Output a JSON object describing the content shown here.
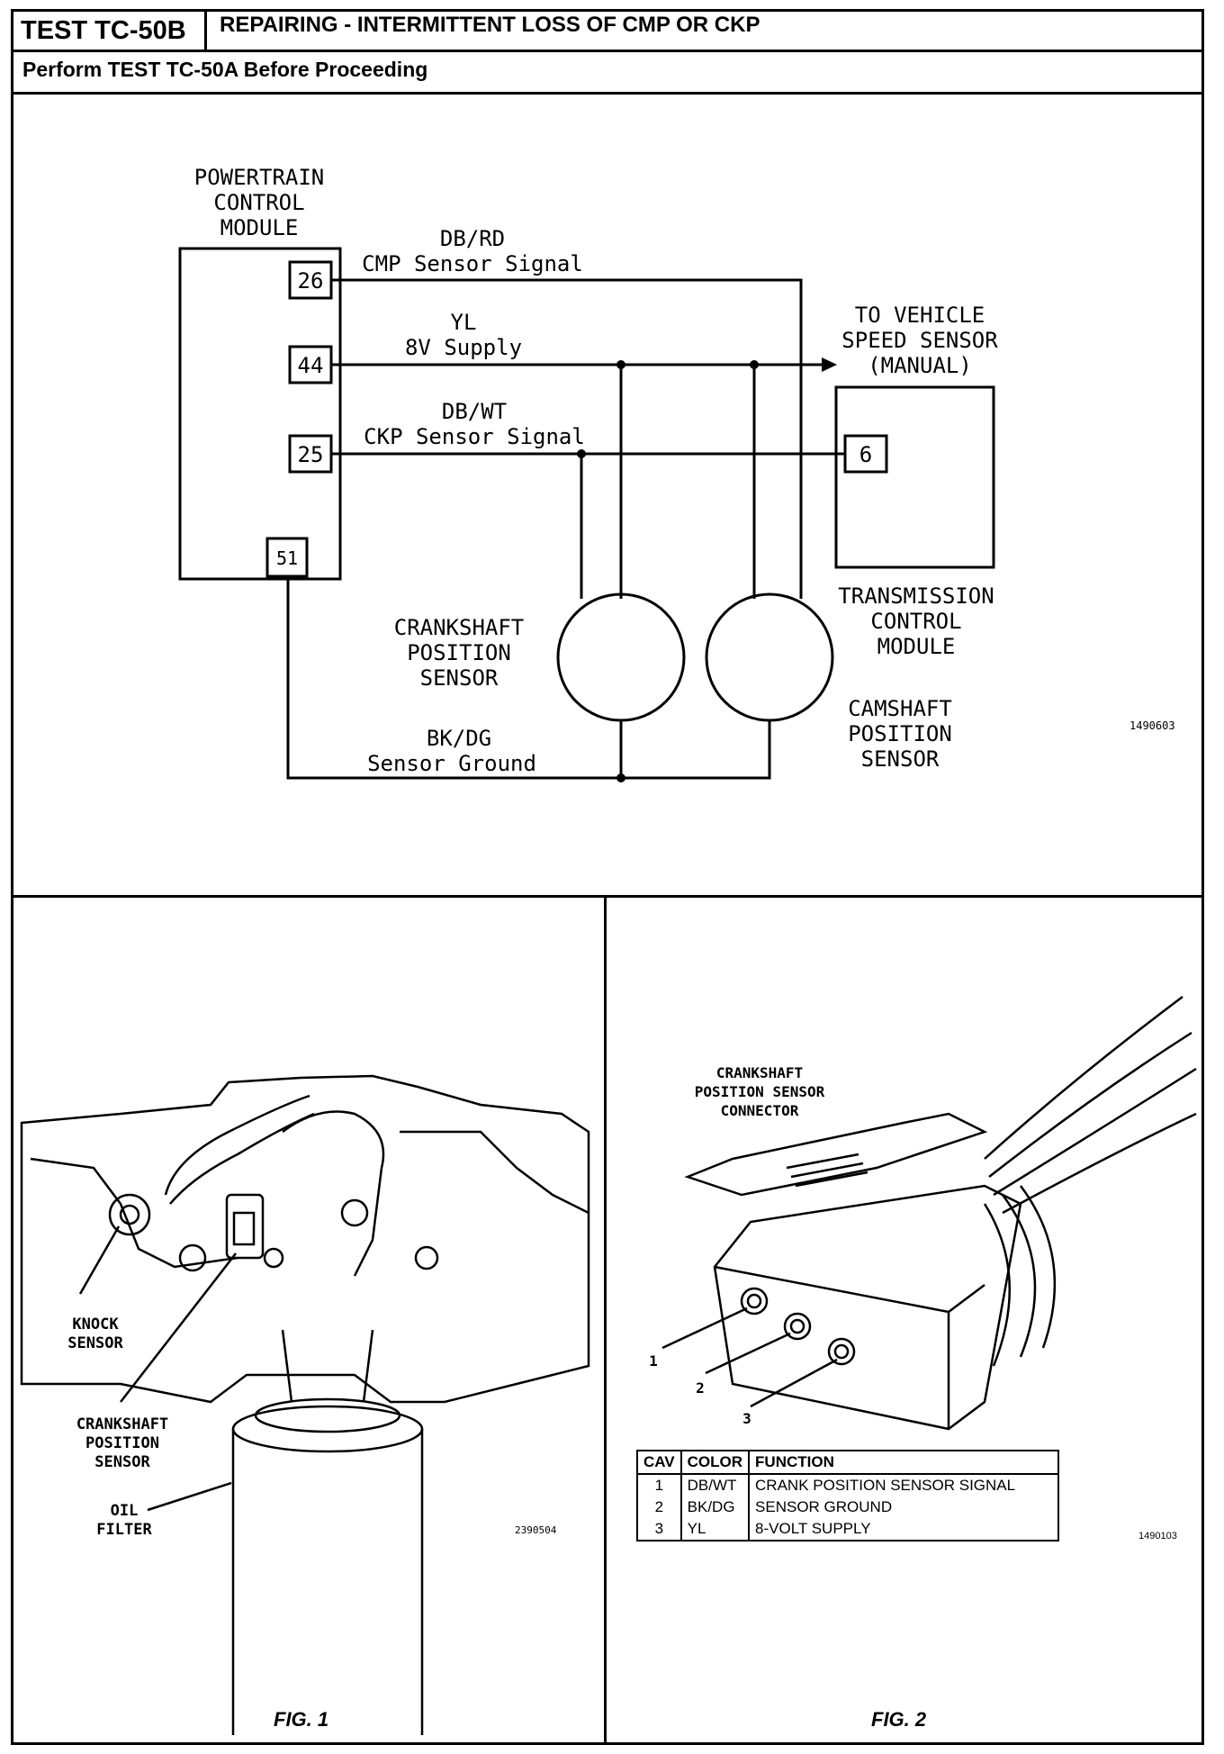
{
  "header": {
    "test_id": "TEST TC-50B",
    "title": "REPAIRING - INTERMITTENT LOSS OF CMP OR CKP",
    "subtitle": "Perform TEST TC-50A Before Proceeding"
  },
  "schematic": {
    "pcm_label": [
      "POWERTRAIN",
      "CONTROL",
      "MODULE"
    ],
    "pins": {
      "p26": "26",
      "p44": "44",
      "p25": "25",
      "p51": "51",
      "p6": "6"
    },
    "wires": {
      "cmp_color": "DB/RD",
      "cmp_name": "CMP Sensor Signal",
      "supply_color": "YL",
      "supply_name": "8V Supply",
      "ckp_color": "DB/WT",
      "ckp_name": "CKP Sensor Signal",
      "gnd_color": "BK/DG",
      "gnd_name": "Sensor Ground"
    },
    "vss_label": [
      "TO VEHICLE",
      "SPEED SENSOR",
      "(MANUAL)"
    ],
    "tcm_label": [
      "TRANSMISSION",
      "CONTROL",
      "MODULE"
    ],
    "crank_label": [
      "CRANKSHAFT",
      "POSITION",
      "SENSOR"
    ],
    "cam_label": [
      "CAMSHAFT",
      "POSITION",
      "SENSOR"
    ],
    "figure_number": "1490603"
  },
  "fig1": {
    "caption": "FIG. 1",
    "knock": [
      "KNOCK",
      "SENSOR"
    ],
    "crank": [
      "CRANKSHAFT",
      "POSITION",
      "SENSOR"
    ],
    "oil": [
      "OIL",
      "FILTER"
    ],
    "number": "2390504"
  },
  "fig2": {
    "caption": "FIG. 2",
    "title": [
      "CRANKSHAFT",
      "POSITION SENSOR",
      "CONNECTOR"
    ],
    "callouts": [
      "1",
      "2",
      "3"
    ],
    "number": "1490103",
    "table": {
      "headers": [
        "CAV",
        "COLOR",
        "FUNCTION"
      ],
      "rows": [
        [
          "1",
          "DB/WT",
          "CRANK POSITION SENSOR SIGNAL"
        ],
        [
          "2",
          "BK/DG",
          "SENSOR GROUND"
        ],
        [
          "3",
          "YL",
          "8-VOLT SUPPLY"
        ]
      ]
    }
  }
}
